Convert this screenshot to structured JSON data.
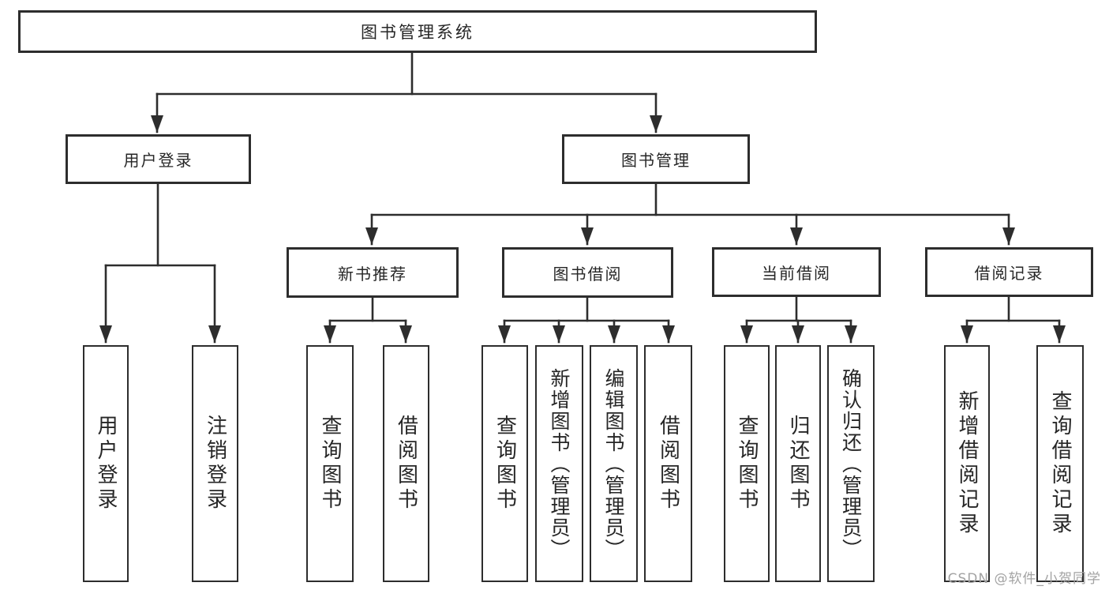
{
  "diagram": {
    "root": {
      "label": "图书管理系统"
    },
    "level2": [
      {
        "label": "用户登录"
      },
      {
        "label": "图书管理"
      }
    ],
    "level3": [
      {
        "label": "新书推荐"
      },
      {
        "label": "图书借阅"
      },
      {
        "label": "当前借阅"
      },
      {
        "label": "借阅记录"
      }
    ],
    "leaves": {
      "login": [
        "用户登录",
        "注销登录"
      ],
      "recommend": [
        "查询图书",
        "借阅图书"
      ],
      "borrow": [
        "查询图书",
        "新增图书（管理员）",
        "编辑图书（管理员）",
        "借阅图书"
      ],
      "current": [
        "查询图书",
        "归还图书",
        "确认归还（管理员）"
      ],
      "records": [
        "新增借阅记录",
        "查询借阅记录"
      ]
    },
    "watermark": "CSDN @软件_小贺同学",
    "colors": {
      "line": "#2d2d2d",
      "text": "#262626",
      "watermark": "#a3a3a3",
      "background": "#ffffff"
    }
  }
}
